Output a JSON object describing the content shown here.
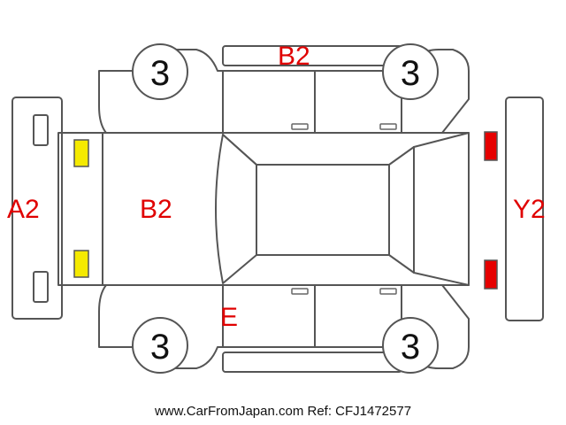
{
  "diagram": {
    "labels": {
      "front_bumper": "A2",
      "hood": "B2",
      "roof_side_top": "B2",
      "left_sill": "E",
      "rear_bumper": "Y2"
    },
    "tires": [
      "3",
      "3",
      "3",
      "3"
    ],
    "marker_colors": {
      "front_lamps": "#f5ea00",
      "rear_lamps": "#e60000"
    },
    "footer": "www.CarFromJapan.com Ref: CFJ1472577"
  }
}
